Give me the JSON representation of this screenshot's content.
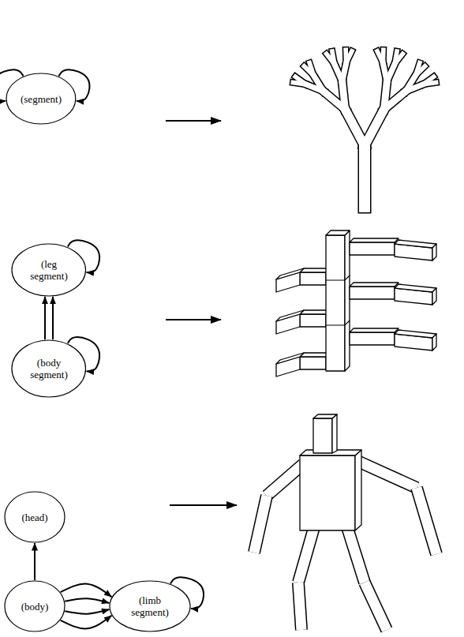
{
  "diagram": {
    "nodes": [
      {
        "text": [
          "(segment)"
        ]
      },
      {
        "text": [
          "(leg segment)"
        ]
      },
      {
        "text": [
          "(body segment)"
        ]
      },
      {
        "text": [
          "(head)"
        ]
      },
      {
        "text": [
          "(body)"
        ]
      },
      {
        "text": [
          "(limb segment)"
        ]
      }
    ],
    "edges": [
      {
        "from": 0,
        "to": 0,
        "arrow": "to"
      },
      {
        "from": 0,
        "to": 0,
        "arrow": "to"
      },
      {
        "from": 1,
        "to": 1,
        "arrow": "to"
      },
      {
        "from": 2,
        "to": 1,
        "arrow": "to"
      },
      {
        "from": 2,
        "to": 1,
        "arrow": "to"
      },
      {
        "from": 2,
        "to": 2,
        "arrow": "to"
      },
      {
        "from": 4,
        "to": 3,
        "arrow": "to"
      },
      {
        "from": 4,
        "to": 5,
        "arrow": "to"
      },
      {
        "from": 4,
        "to": 5,
        "arrow": "to"
      },
      {
        "from": 4,
        "to": 5,
        "arrow": "to"
      },
      {
        "from": 4,
        "to": 5,
        "arrow": "to"
      },
      {
        "from": 5,
        "to": 5,
        "arrow": "to"
      }
    ]
  }
}
